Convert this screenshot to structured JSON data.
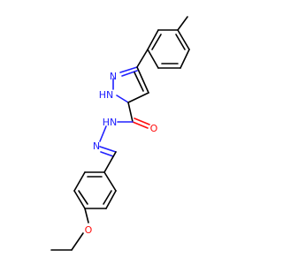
{
  "molecule": {
    "atoms": [
      {
        "id": "n_pyr_upper",
        "symbol": "N",
        "text": "N"
      },
      {
        "id": "n_pyr_nh",
        "symbol": "N",
        "text": "HN"
      },
      {
        "id": "n_amide",
        "symbol": "N",
        "text": "HN"
      },
      {
        "id": "n_imine",
        "symbol": "N",
        "text": "N"
      },
      {
        "id": "o_carbonyl",
        "symbol": "O",
        "text": "O"
      },
      {
        "id": "o_ether",
        "symbol": "O",
        "text": "O"
      }
    ]
  },
  "colors": {
    "carbon_bond": "#000000",
    "nitrogen": "#2020ff",
    "oxygen": "#ff0d0d",
    "background": "#ffffff"
  }
}
